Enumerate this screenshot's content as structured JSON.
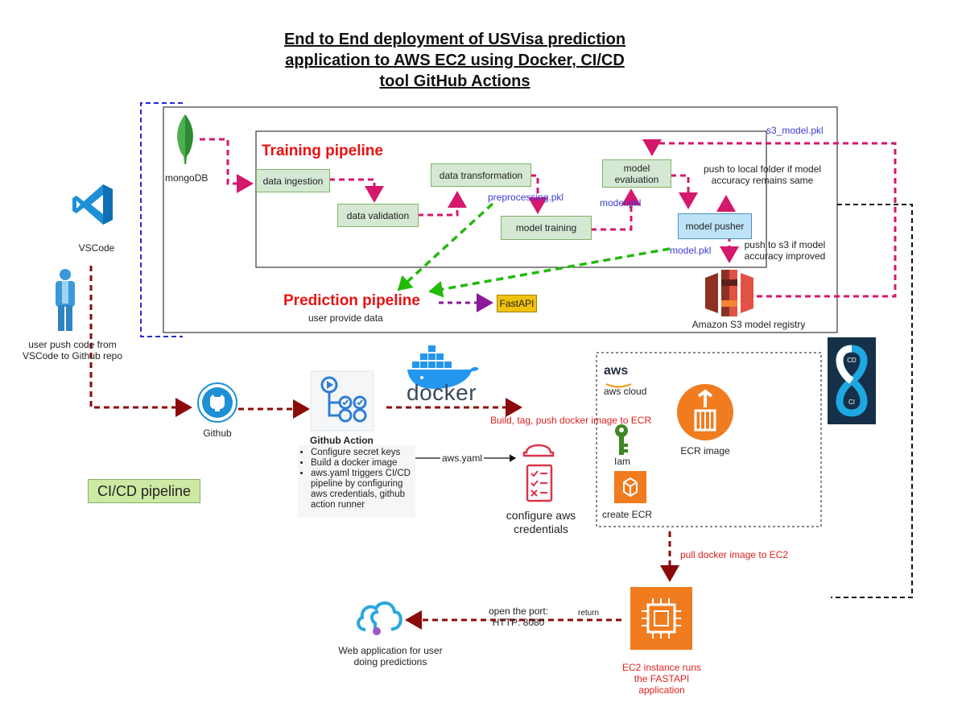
{
  "title": {
    "line1": "End to End deployment of USVisa prediction",
    "line2": "application to AWS EC2 using Docker, CI/CD",
    "line3": "tool GitHub Actions"
  },
  "left": {
    "vscode_label": "VSCode",
    "user_label_line1": "user push code from",
    "user_label_line2": "VSCode to Github repo"
  },
  "training": {
    "title": "Training pipeline",
    "mongodb_label": "mongoDB",
    "steps": {
      "ingestion": "data ingestion",
      "validation": "data validation",
      "transformation": "data transformation",
      "training": "model training",
      "evaluation_line1": "model",
      "evaluation_line2": "evaluation",
      "pusher": "model pusher"
    },
    "artifacts": {
      "preprocessing": "preprocessing.pkl",
      "model_pkl": "model.pkl",
      "model_pkl_2": "model.pkl",
      "s3_model": "s3_model.pkl"
    },
    "notes": {
      "local_line1": "push to local folder if model",
      "local_line2": "accuracy remains same",
      "s3_line1": "push to s3 if model",
      "s3_line2": "accuracy improved"
    },
    "s3_label": "Amazon S3 model registry"
  },
  "prediction": {
    "title": "Prediction pipeline",
    "subtitle": "user provide data",
    "fastapi": "FastAPI"
  },
  "cicd": {
    "github_label": "Github",
    "action_title": "Github Action",
    "action_bullets": [
      "Configure secret keys",
      "Build a docker image",
      "aws.yaml triggers CI/CD pipeline by configuring aws credentials, github action runner"
    ],
    "awsyaml_label": "aws.yaml",
    "configure_line1": "configure aws",
    "configure_line2": "credentials",
    "docker_label": "docker",
    "push_label": "Build, tag, push docker image to ECR",
    "cicd_box": "CI/CD pipeline"
  },
  "aws": {
    "aws_logo": "aws",
    "cloud_label": "aws cloud",
    "iam_label": "Iam",
    "create_ecr_label": "create ECR",
    "ecr_image_label": "ECR image",
    "pull_label": "pull docker image to EC2",
    "return_label": "return",
    "port_line1": "open the port:",
    "port_line2": "HTTP: 8080",
    "ec2_line1": "EC2 instance runs",
    "ec2_line2": "the FASTAPI",
    "ec2_line3": "application",
    "web_line1": "Web application for user",
    "web_line2": "doing predictions",
    "cd_badge_top": "CD",
    "cd_badge_bottom": "CI"
  },
  "colors": {
    "magenta": "#d4186c",
    "darkred": "#8b0a0a",
    "green": "#22bb0a",
    "blue": "#2a2ad8",
    "aws_orange": "#f07c1f",
    "s3_red": "#d94532",
    "vscode_blue": "#1f8fd6"
  }
}
